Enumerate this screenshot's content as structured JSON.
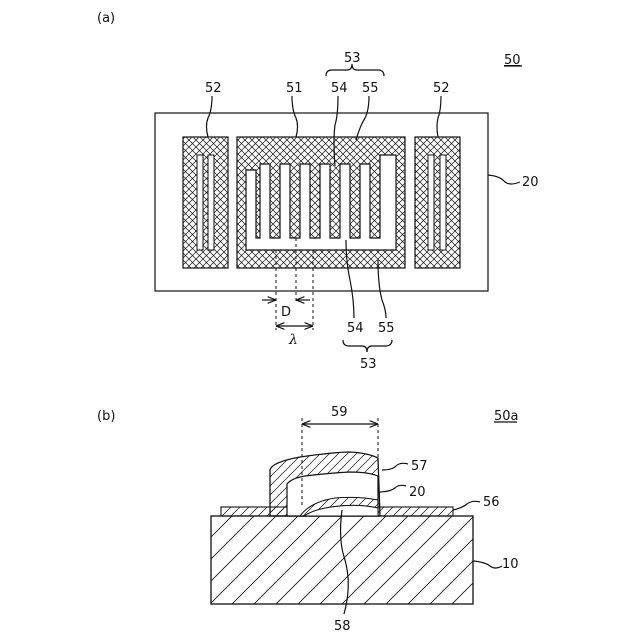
{
  "panel_a": {
    "tag": "(a)",
    "ref_device": "50",
    "ref_substrate": "20",
    "ref_reflector_left": "52",
    "ref_reflector_right": "52",
    "ref_idt": "51",
    "ref_electrode_group_top": "53",
    "ref_finger_top": "54",
    "ref_busbar_top": "55",
    "ref_electrode_group_bottom": "53",
    "ref_finger_bottom": "54",
    "ref_busbar_bottom": "55",
    "dim_d": "D",
    "dim_lambda": "λ"
  },
  "panel_b": {
    "tag": "(b)",
    "ref_device": "50a",
    "ref_width": "59",
    "ref_cover": "57",
    "ref_piezo": "20",
    "ref_electrode_layer": "56",
    "ref_base": "10",
    "ref_cavity": "58"
  }
}
